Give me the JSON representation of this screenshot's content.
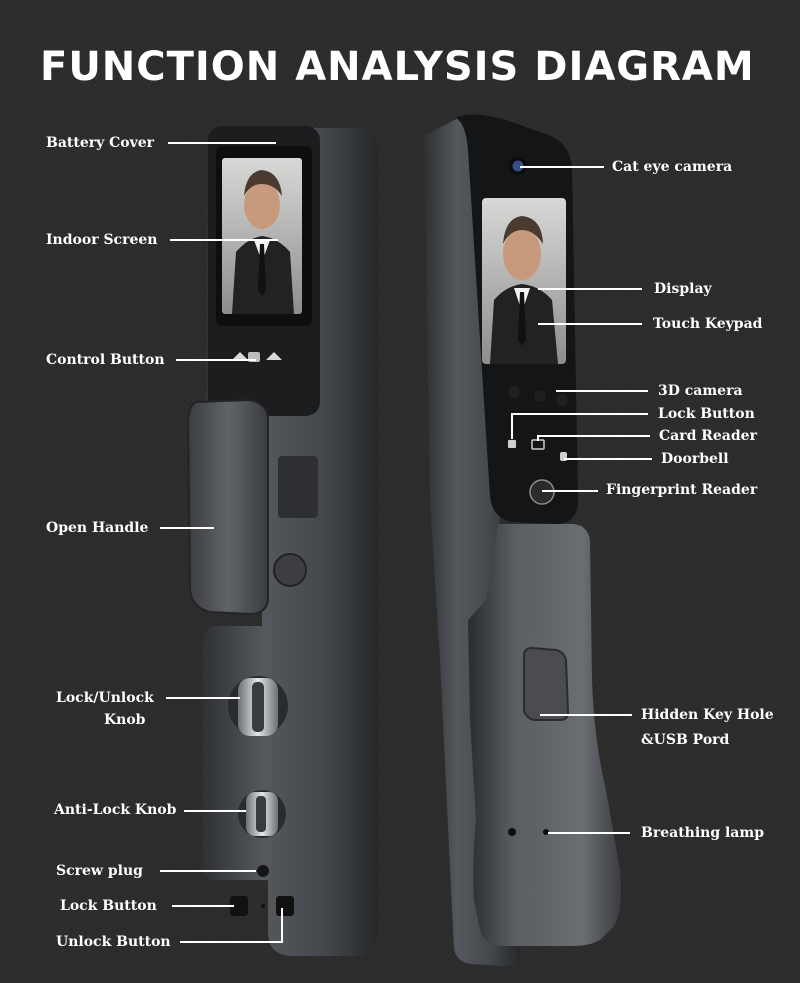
{
  "title": "FUNCTION ANALYSIS DIAGRAM",
  "left_labels": {
    "battery_cover": "Battery Cover",
    "indoor_screen": "Indoor Screen",
    "control_button": "Control Button",
    "open_handle": "Open Handle",
    "lock_unlock_knob_line1": "Lock/Unlock",
    "lock_unlock_knob_line2": "Knob",
    "anti_lock_knob": "Anti-Lock Knob",
    "screw_plug": "Screw plug",
    "lock_button": "Lock Button",
    "unlock_button": "Unlock Button"
  },
  "right_labels": {
    "cat_eye_camera": "Cat eye camera",
    "display": "Display",
    "touch_keypad": "Touch Keypad",
    "camera_3d": "3D camera",
    "lock_button": "Lock Button",
    "card_reader": "Card Reader",
    "doorbell": "Doorbell",
    "fingerprint_reader": "Fingerprint Reader",
    "hidden_key_hole_line1": "Hidden Key Hole",
    "hidden_key_hole_line2": "&USB Pord",
    "breathing_lamp": "Breathing lamp"
  },
  "colors": {
    "background": "#2b2b2b",
    "text": "#ffffff",
    "lock_body": "#4a4c50",
    "screen_bezel": "#141414"
  }
}
